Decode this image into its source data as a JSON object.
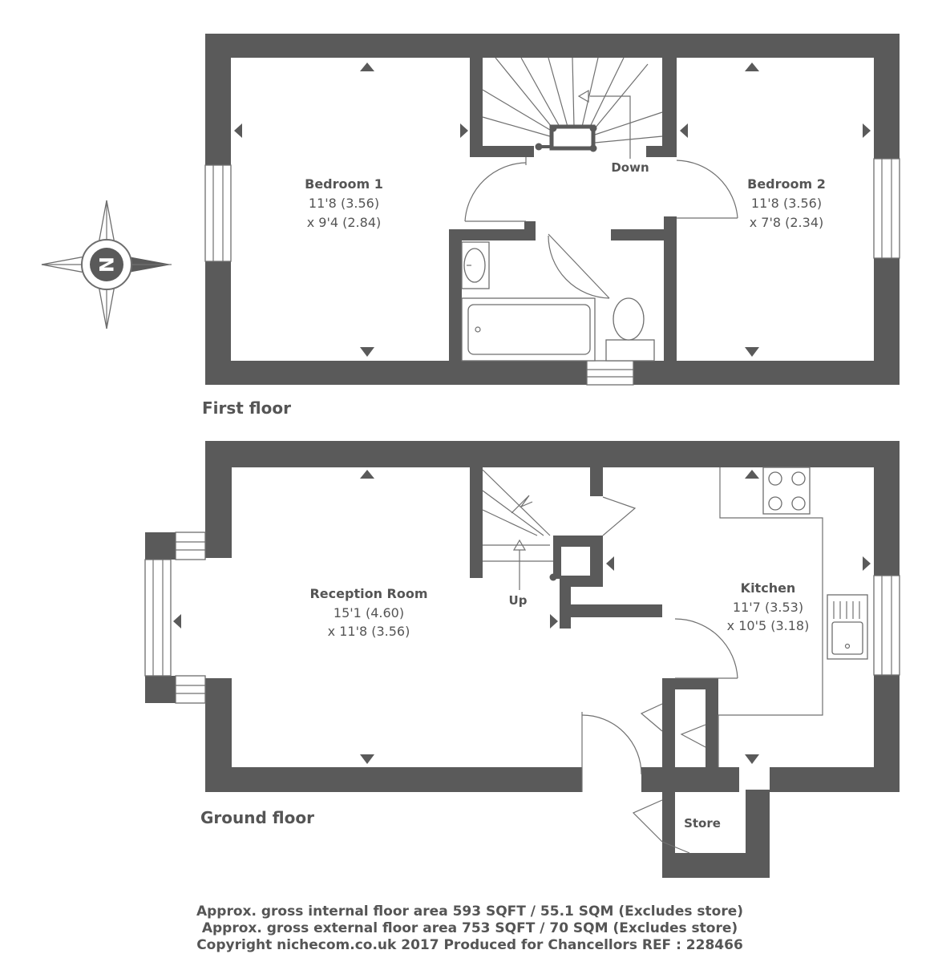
{
  "first_floor": {
    "label": "First floor",
    "bedroom1": {
      "name": "Bedroom 1",
      "dim1": "11'8 (3.56)",
      "dim2": "x 9'4 (2.84)"
    },
    "bedroom2": {
      "name": "Bedroom 2",
      "dim1": "11'8 (3.56)",
      "dim2": "x 7'8 (2.34)"
    },
    "stairs_label": "Down"
  },
  "ground_floor": {
    "label": "Ground floor",
    "reception": {
      "name": "Reception Room",
      "dim1": "15'1 (4.60)",
      "dim2": "x 11'8 (3.56)"
    },
    "kitchen": {
      "name": "Kitchen",
      "dim1": "11'7 (3.53)",
      "dim2": "x 10'5 (3.18)"
    },
    "stairs_label": "Up",
    "store_label": "Store"
  },
  "compass": {
    "letter": "N",
    "icon": "compass-rose-icon"
  },
  "footer": {
    "line1": "Approx. gross internal floor area 593 SQFT / 55.1 SQM (Excludes store)",
    "line2": "Approx. gross external floor area 753 SQFT / 70 SQM (Excludes store)",
    "line3": "Copyright nichecom.co.uk 2017 Produced for Chancellors REF : 228466"
  },
  "colors": {
    "wall": "#5a5a5a",
    "text": "#555555"
  }
}
